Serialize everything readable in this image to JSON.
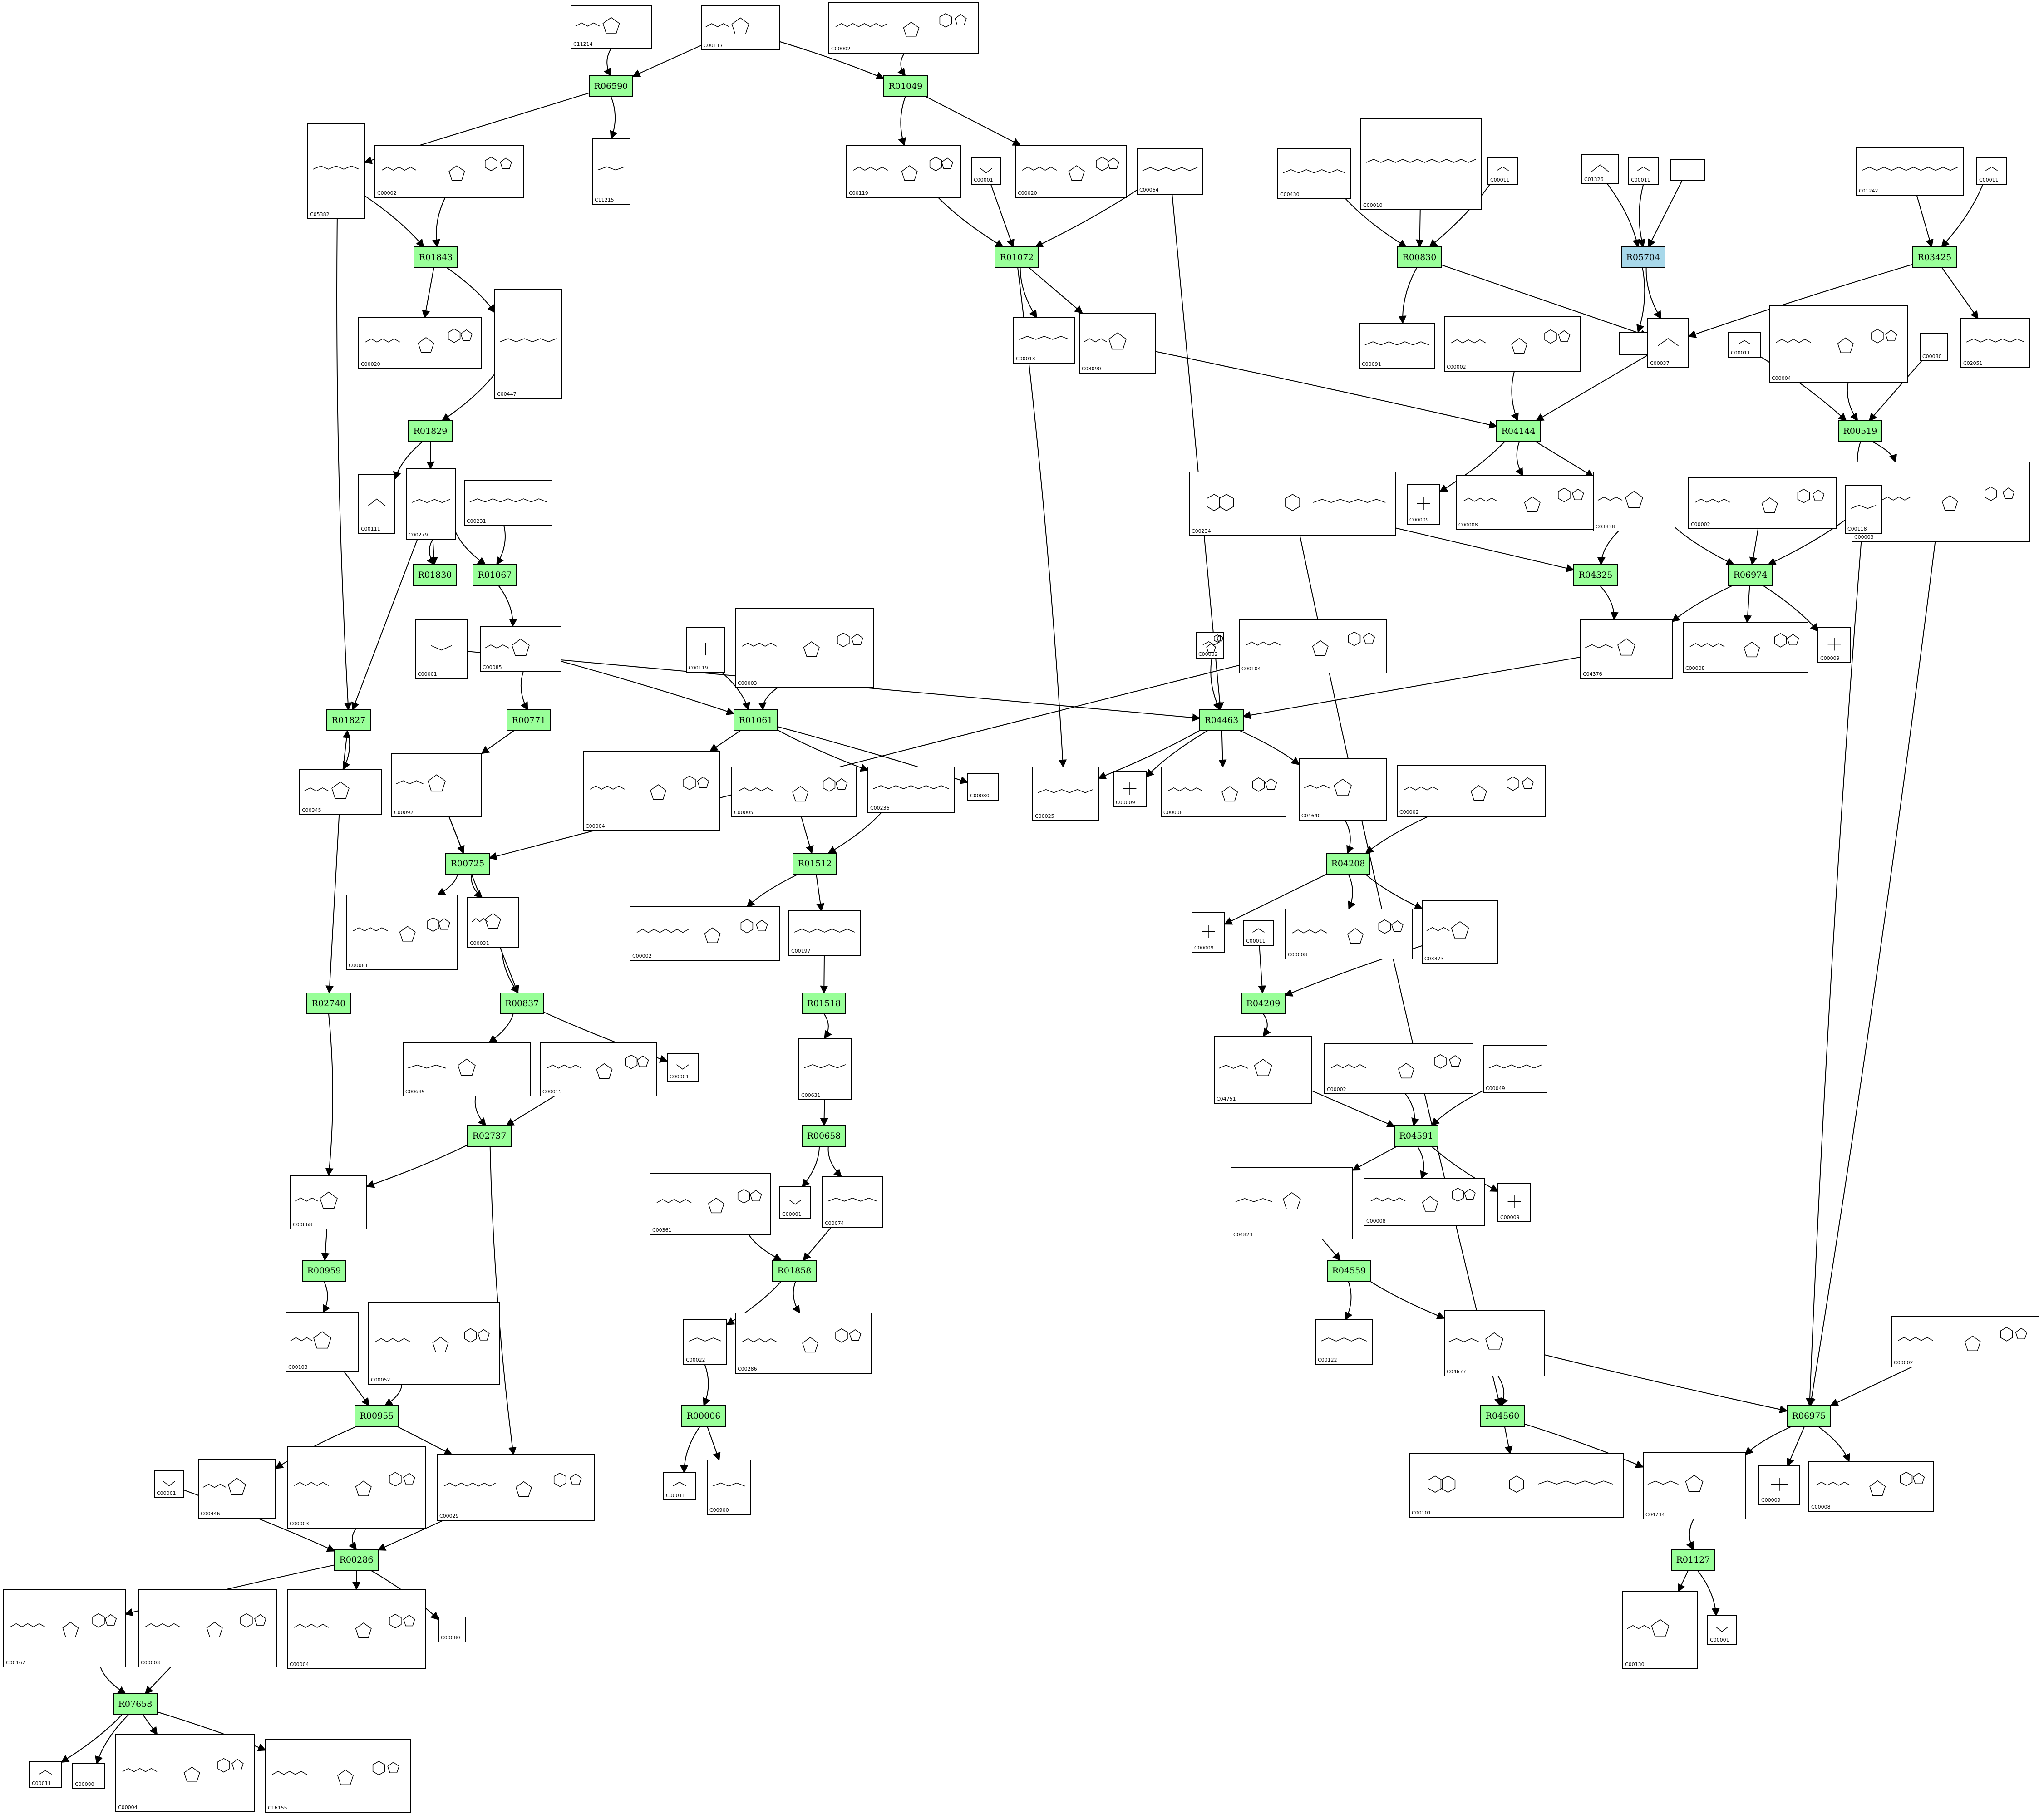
{
  "colors": {
    "reaction": "#99ff99",
    "reaction_alt": "#a8d8ea",
    "edge": "#000000",
    "box": "#ffffff"
  },
  "reactions": [
    {
      "id": "r1",
      "label": "R06590",
      "color": "#99ff99"
    },
    {
      "id": "r2",
      "label": "R01049",
      "color": "#99ff99"
    },
    {
      "id": "r3",
      "label": "R01843",
      "color": "#99ff99"
    },
    {
      "id": "r4",
      "label": "R01072",
      "color": "#99ff99"
    },
    {
      "id": "r5",
      "label": "R00830",
      "color": "#99ff99"
    },
    {
      "id": "r6",
      "label": "R05704",
      "color": "#a8d8ea"
    },
    {
      "id": "r7",
      "label": "R03425",
      "color": "#99ff99"
    },
    {
      "id": "r8",
      "label": "R01829",
      "color": "#99ff99"
    },
    {
      "id": "r9",
      "label": "R04144",
      "color": "#99ff99"
    },
    {
      "id": "r10",
      "label": "R00519",
      "color": "#99ff99"
    },
    {
      "id": "r11",
      "label": "R01830",
      "color": "#99ff99"
    },
    {
      "id": "r12",
      "label": "R01067",
      "color": "#99ff99"
    },
    {
      "id": "r13",
      "label": "R04325",
      "color": "#99ff99"
    },
    {
      "id": "r14",
      "label": "R06974",
      "color": "#99ff99"
    },
    {
      "id": "r15",
      "label": "R01827",
      "color": "#99ff99"
    },
    {
      "id": "r16",
      "label": "R00771",
      "color": "#99ff99"
    },
    {
      "id": "r17",
      "label": "R01061",
      "color": "#99ff99"
    },
    {
      "id": "r18",
      "label": "R04463",
      "color": "#99ff99"
    },
    {
      "id": "r19",
      "label": "R00725",
      "color": "#99ff99"
    },
    {
      "id": "r20",
      "label": "R01512",
      "color": "#99ff99"
    },
    {
      "id": "r21",
      "label": "R04208",
      "color": "#99ff99"
    },
    {
      "id": "r22",
      "label": "R02740",
      "color": "#99ff99"
    },
    {
      "id": "r23",
      "label": "R00837",
      "color": "#99ff99"
    },
    {
      "id": "r24",
      "label": "R01518",
      "color": "#99ff99"
    },
    {
      "id": "r25",
      "label": "R04209",
      "color": "#99ff99"
    },
    {
      "id": "r26",
      "label": "R02737",
      "color": "#99ff99"
    },
    {
      "id": "r27",
      "label": "R00658",
      "color": "#99ff99"
    },
    {
      "id": "r28",
      "label": "R04591",
      "color": "#99ff99"
    },
    {
      "id": "r29",
      "label": "R00959",
      "color": "#99ff99"
    },
    {
      "id": "r30",
      "label": "R01858",
      "color": "#99ff99"
    },
    {
      "id": "r31",
      "label": "R04559",
      "color": "#99ff99"
    },
    {
      "id": "r32",
      "label": "R00955",
      "color": "#99ff99"
    },
    {
      "id": "r33",
      "label": "R00006",
      "color": "#99ff99"
    },
    {
      "id": "r34",
      "label": "R04560",
      "color": "#99ff99"
    },
    {
      "id": "r35",
      "label": "R06975",
      "color": "#99ff99"
    },
    {
      "id": "r36",
      "label": "R00286",
      "color": "#99ff99"
    },
    {
      "id": "r37",
      "label": "R01127",
      "color": "#99ff99"
    },
    {
      "id": "r38",
      "label": "R07658",
      "color": "#99ff99"
    }
  ],
  "compounds": [
    {
      "id": "c1",
      "label": "C11214",
      "kind": "sugar"
    },
    {
      "id": "c2",
      "label": "C00117",
      "kind": "sugar"
    },
    {
      "id": "c3",
      "label": "C00002",
      "kind": "nucleotide"
    },
    {
      "id": "c4",
      "label": "C05382",
      "kind": "chain"
    },
    {
      "id": "c5",
      "label": "C00002",
      "kind": "nucleotide"
    },
    {
      "id": "c6",
      "label": "C11215",
      "kind": "chain"
    },
    {
      "id": "c7",
      "label": "C00119",
      "kind": "nucleotide"
    },
    {
      "id": "c8",
      "label": "C00001",
      "kind": "water"
    },
    {
      "id": "c9",
      "label": "C00020",
      "kind": "nucleotide"
    },
    {
      "id": "c10",
      "label": "C00064",
      "kind": "chain"
    },
    {
      "id": "c11",
      "label": "C00430",
      "kind": "chain"
    },
    {
      "id": "c12",
      "label": "C00010",
      "kind": "coa"
    },
    {
      "id": "c13",
      "label": "C00011",
      "kind": "co2"
    },
    {
      "id": "c14",
      "label": "C01326",
      "kind": "small"
    },
    {
      "id": "c15",
      "label": "C00011",
      "kind": "co2"
    },
    {
      "id": "c16",
      "label": "",
      "kind": "empty"
    },
    {
      "id": "c17",
      "label": "C01242",
      "kind": "chain"
    },
    {
      "id": "c18",
      "label": "C00011",
      "kind": "co2"
    },
    {
      "id": "c19",
      "label": "C00020",
      "kind": "nucleotide"
    },
    {
      "id": "c20",
      "label": "C00447",
      "kind": "chain"
    },
    {
      "id": "c21",
      "label": "C00013",
      "kind": "pp"
    },
    {
      "id": "c22",
      "label": "C03090",
      "kind": "sugar"
    },
    {
      "id": "c23",
      "label": "C00091",
      "kind": "chain"
    },
    {
      "id": "c24",
      "label": "C00002",
      "kind": "nucleotide"
    },
    {
      "id": "c25",
      "label": "",
      "kind": "empty"
    },
    {
      "id": "c26",
      "label": "C00037",
      "kind": "small"
    },
    {
      "id": "c27",
      "label": "C02051",
      "kind": "chain"
    },
    {
      "id": "c28",
      "label": "C00011",
      "kind": "co2"
    },
    {
      "id": "c29",
      "label": "C00004",
      "kind": "nucleotide"
    },
    {
      "id": "c30",
      "label": "C00080",
      "kind": "h"
    },
    {
      "id": "c31",
      "label": "C00111",
      "kind": "small"
    },
    {
      "id": "c32",
      "label": "C00279",
      "kind": "chain"
    },
    {
      "id": "c33",
      "label": "C00231",
      "kind": "chain"
    },
    {
      "id": "c34",
      "label": "C00009",
      "kind": "pi"
    },
    {
      "id": "c35",
      "label": "C00008",
      "kind": "nucleotide"
    },
    {
      "id": "c36",
      "label": "C03838",
      "kind": "sugar"
    },
    {
      "id": "c37",
      "label": "C00234",
      "kind": "folate"
    },
    {
      "id": "c38",
      "label": "C00002",
      "kind": "nucleotide"
    },
    {
      "id": "c39",
      "label": "C00003",
      "kind": "nucleotide"
    },
    {
      "id": "c40",
      "label": "C00118",
      "kind": "chain"
    },
    {
      "id": "c41",
      "label": "C00085",
      "kind": "sugar"
    },
    {
      "id": "c42",
      "label": "C00119",
      "kind": "pi"
    },
    {
      "id": "c43",
      "label": "C00003",
      "kind": "nucleotide"
    },
    {
      "id": "c44",
      "label": "C04376",
      "kind": "sugar"
    },
    {
      "id": "c45",
      "label": "C00008",
      "kind": "nucleotide"
    },
    {
      "id": "c46",
      "label": "C00009",
      "kind": "pi"
    },
    {
      "id": "c47",
      "label": "C00001",
      "kind": "water"
    },
    {
      "id": "c48",
      "label": "C00002",
      "kind": "nucleotide"
    },
    {
      "id": "c49",
      "label": "C00345",
      "kind": "sugar"
    },
    {
      "id": "c50",
      "label": "C00104",
      "kind": "nucleotide"
    },
    {
      "id": "c51",
      "label": "C00092",
      "kind": "sugar"
    },
    {
      "id": "c52",
      "label": "C00004",
      "kind": "nucleotide"
    },
    {
      "id": "c53",
      "label": "C00080",
      "kind": "h"
    },
    {
      "id": "c54",
      "label": "C00005",
      "kind": "nucleotide"
    },
    {
      "id": "c55",
      "label": "C00236",
      "kind": "chain"
    },
    {
      "id": "c56",
      "label": "C00025",
      "kind": "chain"
    },
    {
      "id": "c57",
      "label": "C00009",
      "kind": "pi"
    },
    {
      "id": "c58",
      "label": "C00008",
      "kind": "nucleotide"
    },
    {
      "id": "c59",
      "label": "C04640",
      "kind": "sugar"
    },
    {
      "id": "c60",
      "label": "C00002",
      "kind": "nucleotide"
    },
    {
      "id": "c61",
      "label": "C00081",
      "kind": "nucleotide"
    },
    {
      "id": "c62",
      "label": "C00031",
      "kind": "sugar"
    },
    {
      "id": "c63",
      "label": "C00002",
      "kind": "nucleotide"
    },
    {
      "id": "c64",
      "label": "C00197",
      "kind": "chain"
    },
    {
      "id": "c65",
      "label": "C00009",
      "kind": "pi"
    },
    {
      "id": "c66",
      "label": "C00008",
      "kind": "nucleotide"
    },
    {
      "id": "c67",
      "label": "C03373",
      "kind": "sugar"
    },
    {
      "id": "c68",
      "label": "C00011",
      "kind": "co2"
    },
    {
      "id": "c69",
      "label": "C00689",
      "kind": "sugar"
    },
    {
      "id": "c70",
      "label": "C00015",
      "kind": "nucleotide"
    },
    {
      "id": "c71",
      "label": "C00001",
      "kind": "water"
    },
    {
      "id": "c72",
      "label": "C00631",
      "kind": "chain"
    },
    {
      "id": "c73",
      "label": "C04751",
      "kind": "sugar"
    },
    {
      "id": "c74",
      "label": "C00002",
      "kind": "nucleotide"
    },
    {
      "id": "c75",
      "label": "C00049",
      "kind": "chain"
    },
    {
      "id": "c76",
      "label": "C00668",
      "kind": "sugar"
    },
    {
      "id": "c77",
      "label": "C00361",
      "kind": "nucleotide"
    },
    {
      "id": "c78",
      "label": "C00001",
      "kind": "water"
    },
    {
      "id": "c79",
      "label": "C00074",
      "kind": "chain"
    },
    {
      "id": "c80",
      "label": "C04823",
      "kind": "sugar"
    },
    {
      "id": "c81",
      "label": "C00008",
      "kind": "nucleotide"
    },
    {
      "id": "c82",
      "label": "C00009",
      "kind": "pi"
    },
    {
      "id": "c83",
      "label": "C00103",
      "kind": "sugar"
    },
    {
      "id": "c84",
      "label": "C00052",
      "kind": "nucleotide"
    },
    {
      "id": "c85",
      "label": "C00022",
      "kind": "chain"
    },
    {
      "id": "c86",
      "label": "C00286",
      "kind": "nucleotide"
    },
    {
      "id": "c87",
      "label": "C00122",
      "kind": "chain"
    },
    {
      "id": "c88",
      "label": "C04677",
      "kind": "sugar"
    },
    {
      "id": "c89",
      "label": "C00002",
      "kind": "nucleotide"
    },
    {
      "id": "c90",
      "label": "C00446",
      "kind": "sugar"
    },
    {
      "id": "c91",
      "label": "C00003",
      "kind": "nucleotide"
    },
    {
      "id": "c92",
      "label": "C00029",
      "kind": "nucleotide"
    },
    {
      "id": "c93",
      "label": "C00001",
      "kind": "water"
    },
    {
      "id": "c94",
      "label": "C00011",
      "kind": "co2"
    },
    {
      "id": "c95",
      "label": "C00900",
      "kind": "chain"
    },
    {
      "id": "c96",
      "label": "C00101",
      "kind": "folate"
    },
    {
      "id": "c97",
      "label": "C04734",
      "kind": "sugar"
    },
    {
      "id": "c98",
      "label": "C00009",
      "kind": "pi"
    },
    {
      "id": "c99",
      "label": "C00008",
      "kind": "nucleotide"
    },
    {
      "id": "c100",
      "label": "C00167",
      "kind": "nucleotide"
    },
    {
      "id": "c101",
      "label": "C00003",
      "kind": "nucleotide"
    },
    {
      "id": "c102",
      "label": "C00004",
      "kind": "nucleotide"
    },
    {
      "id": "c103",
      "label": "C00080",
      "kind": "h"
    },
    {
      "id": "c104",
      "label": "C00130",
      "kind": "sugar"
    },
    {
      "id": "c105",
      "label": "C00001",
      "kind": "water"
    },
    {
      "id": "c106",
      "label": "C00011",
      "kind": "co2"
    },
    {
      "id": "c107",
      "label": "C00080",
      "kind": "h"
    },
    {
      "id": "c108",
      "label": "C00004",
      "kind": "nucleotide"
    },
    {
      "id": "c109",
      "label": "C16155",
      "kind": "nucleotide"
    }
  ],
  "edges": [
    [
      "c1",
      "r1"
    ],
    [
      "c2",
      "r1"
    ],
    [
      "c2",
      "r2"
    ],
    [
      "c3",
      "r2"
    ],
    [
      "r1",
      "c4"
    ],
    [
      "r1",
      "c6"
    ],
    [
      "r2",
      "c7"
    ],
    [
      "r2",
      "c9"
    ],
    [
      "c4",
      "r3"
    ],
    [
      "c5",
      "r3"
    ],
    [
      "r3",
      "c19"
    ],
    [
      "r3",
      "c20"
    ],
    [
      "c7",
      "r4"
    ],
    [
      "c8",
      "r4"
    ],
    [
      "c10",
      "r4"
    ],
    [
      "r4",
      "c21"
    ],
    [
      "r4",
      "c22"
    ],
    [
      "r4",
      "c56"
    ],
    [
      "c11",
      "r5"
    ],
    [
      "c12",
      "r5"
    ],
    [
      "c13",
      "r5"
    ],
    [
      "r5",
      "c23"
    ],
    [
      "r5",
      "c26"
    ],
    [
      "c14",
      "r6"
    ],
    [
      "c15",
      "r6"
    ],
    [
      "c16",
      "r6"
    ],
    [
      "r6",
      "c25"
    ],
    [
      "r6",
      "c26"
    ],
    [
      "c17",
      "r7"
    ],
    [
      "c18",
      "r7"
    ],
    [
      "r7",
      "c26"
    ],
    [
      "r7",
      "c27"
    ],
    [
      "c20",
      "r8"
    ],
    [
      "r8",
      "c31"
    ],
    [
      "r8",
      "c32"
    ],
    [
      "c22",
      "r9"
    ],
    [
      "c24",
      "r9"
    ],
    [
      "c26",
      "r9"
    ],
    [
      "r9",
      "c34"
    ],
    [
      "r9",
      "c35"
    ],
    [
      "r9",
      "c36"
    ],
    [
      "c28",
      "r10"
    ],
    [
      "c29",
      "r10"
    ],
    [
      "c30",
      "r10"
    ],
    [
      "r10",
      "c39"
    ],
    [
      "r10",
      "c40"
    ],
    [
      "c32",
      "r11"
    ],
    [
      "c33",
      "r12"
    ],
    [
      "c32",
      "r12"
    ],
    [
      "r11",
      "c15x"
    ],
    [
      "r12",
      "c41"
    ],
    [
      "c36",
      "r13"
    ],
    [
      "c37",
      "r13"
    ],
    [
      "r13",
      "c44"
    ],
    [
      "c36",
      "r14"
    ],
    [
      "c38",
      "r14"
    ],
    [
      "c40",
      "r14"
    ],
    [
      "r14",
      "c44"
    ],
    [
      "r14",
      "c45"
    ],
    [
      "r14",
      "c46"
    ],
    [
      "c4",
      "r15"
    ],
    [
      "c32",
      "r15"
    ],
    [
      "r15",
      "c49"
    ],
    [
      "c41",
      "r16"
    ],
    [
      "r16",
      "c51"
    ],
    [
      "c42",
      "r17"
    ],
    [
      "c43",
      "r17"
    ],
    [
      "r17",
      "c52"
    ],
    [
      "r17",
      "c53"
    ],
    [
      "r17",
      "c55"
    ],
    [
      "c44",
      "r18"
    ],
    [
      "c47",
      "r18"
    ],
    [
      "c48",
      "r18"
    ],
    [
      "c10",
      "r18"
    ],
    [
      "r18",
      "c56"
    ],
    [
      "r18",
      "c57"
    ],
    [
      "r18",
      "c58"
    ],
    [
      "r18",
      "c59"
    ],
    [
      "c50",
      "r19"
    ],
    [
      "c51",
      "r19"
    ],
    [
      "r19",
      "c61"
    ],
    [
      "r19",
      "c62"
    ],
    [
      "c54",
      "r20"
    ],
    [
      "c55",
      "r20"
    ],
    [
      "r20",
      "c63"
    ],
    [
      "r20",
      "c64"
    ],
    [
      "c59",
      "r21"
    ],
    [
      "c60",
      "r21"
    ],
    [
      "r21",
      "c65"
    ],
    [
      "r21",
      "c66"
    ],
    [
      "r21",
      "c67"
    ],
    [
      "c49",
      "r22"
    ],
    [
      "r22",
      "c76"
    ],
    [
      "c62",
      "r23"
    ],
    [
      "c51",
      "r23"
    ],
    [
      "r23",
      "c69"
    ],
    [
      "r23",
      "c71"
    ],
    [
      "c64",
      "r24"
    ],
    [
      "r24",
      "c72"
    ],
    [
      "c67",
      "r25"
    ],
    [
      "c68",
      "r25"
    ],
    [
      "r25",
      "c73"
    ],
    [
      "c69",
      "r26"
    ],
    [
      "c70",
      "r26"
    ],
    [
      "r26",
      "c76"
    ],
    [
      "r26",
      "c92"
    ],
    [
      "c72",
      "r27"
    ],
    [
      "r27",
      "c78"
    ],
    [
      "r27",
      "c79"
    ],
    [
      "c73",
      "r28"
    ],
    [
      "c74",
      "r28"
    ],
    [
      "c75",
      "r28"
    ],
    [
      "r28",
      "c80"
    ],
    [
      "r28",
      "c81"
    ],
    [
      "r28",
      "c82"
    ],
    [
      "c76",
      "r29"
    ],
    [
      "r29",
      "c83"
    ],
    [
      "c77",
      "r30"
    ],
    [
      "c79",
      "r30"
    ],
    [
      "r30",
      "c85"
    ],
    [
      "r30",
      "c86"
    ],
    [
      "c80",
      "r31"
    ],
    [
      "r31",
      "c87"
    ],
    [
      "r31",
      "c88"
    ],
    [
      "c83",
      "r32"
    ],
    [
      "c84",
      "r32"
    ],
    [
      "r32",
      "c90"
    ],
    [
      "r32",
      "c92"
    ],
    [
      "c85",
      "r33"
    ],
    [
      "r33",
      "c94"
    ],
    [
      "r33",
      "c95"
    ],
    [
      "c88",
      "r34"
    ],
    [
      "c37",
      "r34"
    ],
    [
      "r34",
      "c96"
    ],
    [
      "r34",
      "c97"
    ],
    [
      "c88",
      "r35"
    ],
    [
      "c89",
      "r35"
    ],
    [
      "c39",
      "r35"
    ],
    [
      "r35",
      "c97"
    ],
    [
      "r35",
      "c98"
    ],
    [
      "r35",
      "c99"
    ],
    [
      "c91",
      "r36"
    ],
    [
      "c92",
      "r36"
    ],
    [
      "c93",
      "r36"
    ],
    [
      "r36",
      "c100"
    ],
    [
      "r36",
      "c102"
    ],
    [
      "r36",
      "c103"
    ],
    [
      "c97",
      "r37"
    ],
    [
      "r37",
      "c104"
    ],
    [
      "r37",
      "c105"
    ],
    [
      "c100",
      "r38"
    ],
    [
      "c101",
      "r38"
    ],
    [
      "r38",
      "c106"
    ],
    [
      "r38",
      "c107"
    ],
    [
      "r38",
      "c108"
    ],
    [
      "r38",
      "c109"
    ],
    [
      "c32",
      "r11"
    ],
    [
      "c49",
      "r15"
    ],
    [
      "c41",
      "r17"
    ],
    [
      "c40",
      "r35"
    ]
  ]
}
